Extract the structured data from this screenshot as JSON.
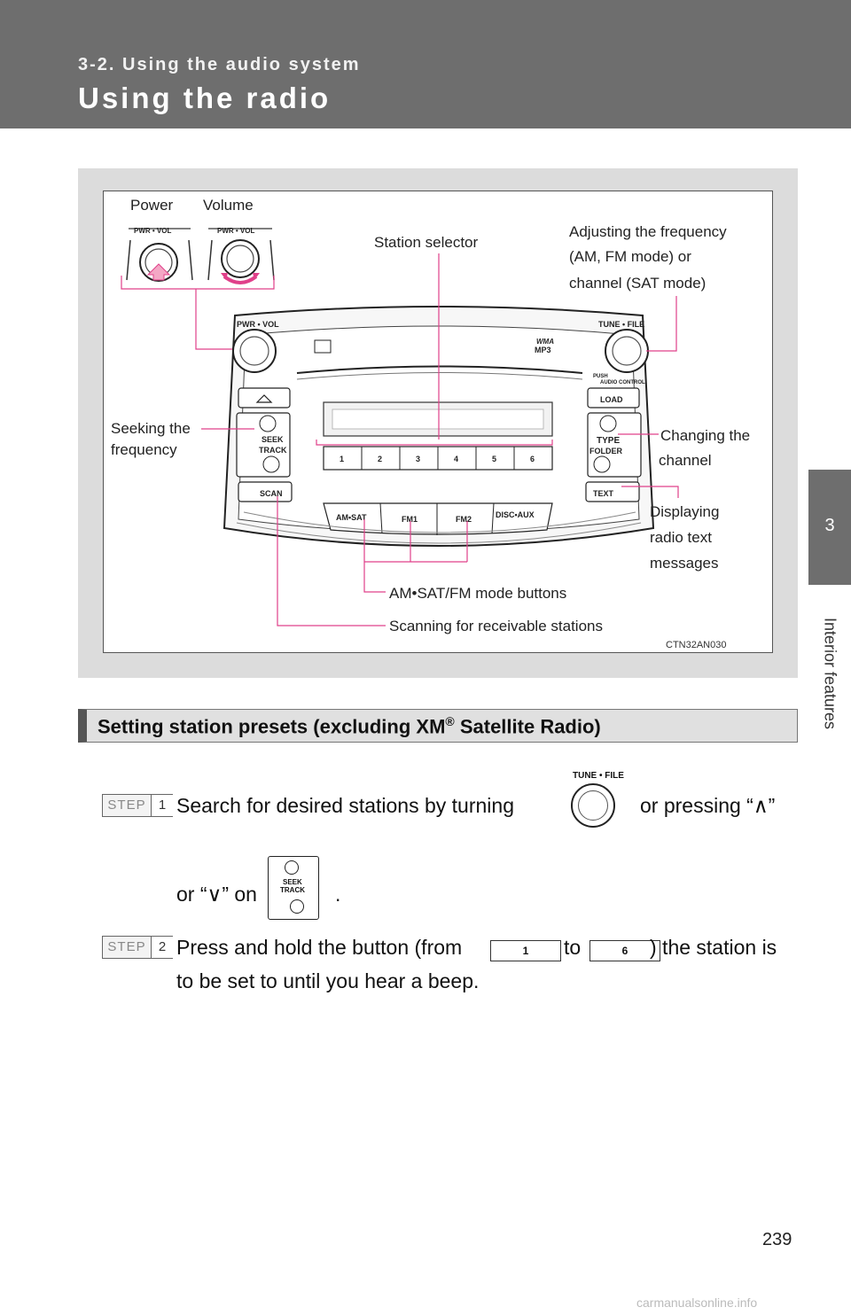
{
  "header": {
    "section": "3-2. Using the audio system",
    "title": "Using the radio"
  },
  "sidetab": {
    "chapter": "3",
    "label": "Interior features"
  },
  "figure": {
    "labels": {
      "power": "Power",
      "volume": "Volume",
      "station_selector": "Station selector",
      "adjust_line1": "Adjusting the frequency",
      "adjust_line2": "(AM, FM mode) or",
      "adjust_line3": "channel (SAT mode)",
      "seeking_line1": "Seeking the",
      "seeking_line2": "frequency",
      "changing_line1": "Changing the",
      "changing_line2": "channel",
      "displaying_line1": "Displaying",
      "displaying_line2": "radio text",
      "displaying_line3": "messages",
      "mode_buttons": "AM•SAT/FM mode buttons",
      "scanning": "Scanning for receivable stations",
      "code": "CTN32AN030"
    },
    "panel": {
      "pwr_vol": "PWR • VOL",
      "tune_file": "TUNE • FILE",
      "push_audio": "AUDIO CONTROL",
      "push": "PUSH",
      "load": "LOAD",
      "type_folder_1": "TYPE",
      "type_folder_2": "FOLDER",
      "text": "TEXT",
      "seek_1": "SEEK",
      "seek_2": "TRACK",
      "scan": "SCAN",
      "am_sat": "AM•SAT",
      "fm1": "FM1",
      "fm2": "FM2",
      "disc_aux": "DISC•AUX",
      "wma": "WMA",
      "mp3": "MP3",
      "presets": [
        "1",
        "2",
        "3",
        "4",
        "5",
        "6"
      ]
    }
  },
  "section_heading": {
    "text_before": "Setting station presets (excluding XM",
    "reg": "®",
    "text_after": " Satellite Radio)"
  },
  "steps": {
    "step_label": "STEP",
    "step1_num": "1",
    "step2_num": "2",
    "step1_a": "Search for desired stations by turning",
    "step1_b": "or pressing “∧”",
    "step1_c": "or “∨” on",
    "step1_d": ".",
    "step1_knob_label": "TUNE • FILE",
    "step1_seek_1": "SEEK",
    "step1_seek_2": "TRACK",
    "step2_a": "Press and hold the button (from",
    "step2_key1": "1",
    "step2_to": "to",
    "step2_key6": "6",
    "step2_b": ") the station is",
    "step2_c": "to be set to until you hear a beep."
  },
  "footer": {
    "page_number": "239",
    "watermark": "carmanualsonline.info"
  }
}
